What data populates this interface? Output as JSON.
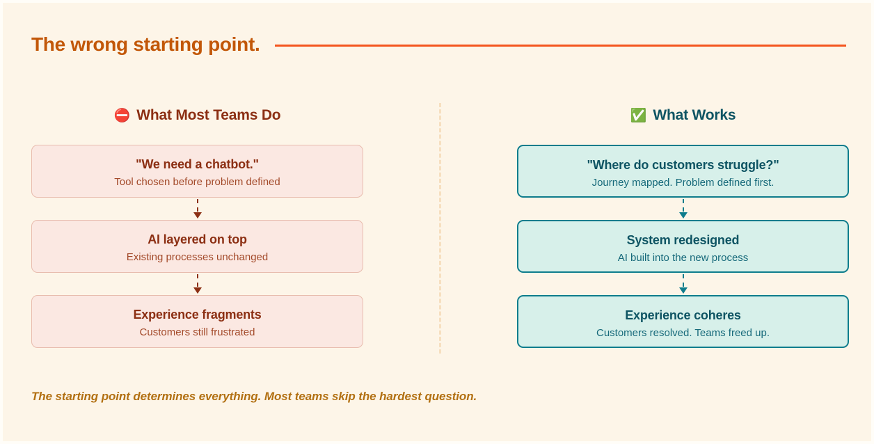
{
  "header": {
    "title": "The wrong starting point.",
    "rule_color": "#F4551E",
    "title_color": "#C25708"
  },
  "columns": [
    {
      "id": "what-most-teams-do",
      "kind": "bad",
      "emoji": "⛔",
      "emoji_name": "no-entry-icon",
      "label": "What Most Teams Do",
      "accent_color": "#8C2F13",
      "card_bg": "#FBE8E2",
      "card_border": "#E8BCAE",
      "cards": [
        {
          "title": "\"We need a chatbot.\"",
          "sub": "Tool chosen before problem defined"
        },
        {
          "title": "AI layered on top",
          "sub": "Existing processes unchanged"
        },
        {
          "title": "Experience fragments",
          "sub": "Customers still frustrated"
        }
      ]
    },
    {
      "id": "what-works",
      "kind": "good",
      "emoji": "✅",
      "emoji_name": "check-mark-button-icon",
      "label": "What Works",
      "accent_color": "#0E5463",
      "card_bg": "#D7F0EA",
      "card_border": "#0E7C8C",
      "cards": [
        {
          "title": "\"Where do customers struggle?\"",
          "sub": "Journey mapped. Problem defined first."
        },
        {
          "title": "System redesigned",
          "sub": "AI built into the new process"
        },
        {
          "title": "Experience coheres",
          "sub": "Customers resolved. Teams freed up."
        }
      ]
    }
  ],
  "divider": {
    "color": "#F6DFC0",
    "style": "dashed"
  },
  "footer": {
    "text": "The starting point determines everything. Most teams skip the hardest question.",
    "color": "#B27012"
  },
  "canvas": {
    "background": "#FDF5E8",
    "frame": "#FFFDF8"
  }
}
